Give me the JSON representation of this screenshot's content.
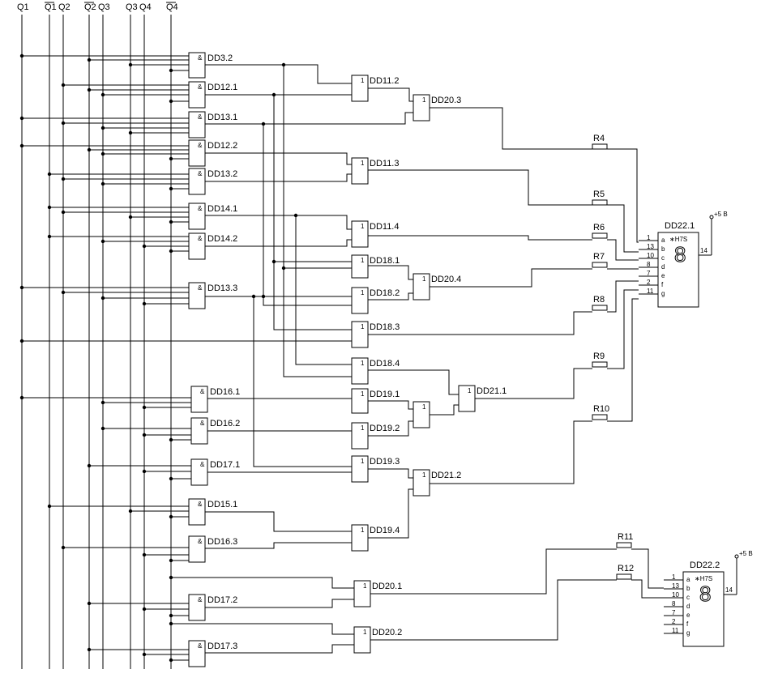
{
  "buses": [
    {
      "id": "Q1",
      "label": "Q1",
      "overline": false
    },
    {
      "id": "nQ1",
      "label": "Q1",
      "overline": true
    },
    {
      "id": "Q2",
      "label": "Q2",
      "overline": false
    },
    {
      "id": "nQ2",
      "label": "Q2",
      "overline": true
    },
    {
      "id": "Q3",
      "label": "Q3",
      "overline": false
    },
    {
      "id": "Q3b",
      "label": "Q3",
      "overline": false
    },
    {
      "id": "Q4",
      "label": "Q4",
      "overline": false
    },
    {
      "id": "nQ4",
      "label": "Q4",
      "overline": true
    }
  ],
  "and_symbol": "&",
  "or_symbol": "1",
  "and_gates": [
    "DD3.2",
    "DD12.1",
    "DD13.1",
    "DD12.2",
    "DD13.2",
    "DD14.1",
    "DD14.2",
    "DD13.3",
    "DD16.1",
    "DD16.2",
    "DD17.1",
    "DD15.1",
    "DD16.3",
    "DD17.2",
    "DD17.3"
  ],
  "or_gates": [
    "DD11.2",
    "DD20.3",
    "DD11.3",
    "DD11.4",
    "DD18.1",
    "DD18.2",
    "DD20.4",
    "DD18.3",
    "DD18.4",
    "DD19.1",
    "DD19.2",
    "DD21.1",
    "DD19.3",
    "DD21.2",
    "DD19.4",
    "DD20.1",
    "DD20.2"
  ],
  "resistors": [
    "R4",
    "R5",
    "R6",
    "R7",
    "R8",
    "R9",
    "R10",
    "R11",
    "R12"
  ],
  "displays": [
    {
      "name": "DD22.1",
      "chip": "∗H7S",
      "digit": "8",
      "pins": [
        "1",
        "13",
        "10",
        "8",
        "7",
        "2",
        "11"
      ],
      "segments": [
        "a",
        "b",
        "c",
        "d",
        "e",
        "f",
        "g"
      ],
      "out_pin": "14",
      "supply": "+5 B"
    },
    {
      "name": "DD22.2",
      "chip": "∗H7S",
      "digit": "8",
      "pins": [
        "1",
        "13",
        "10",
        "8",
        "7",
        "2",
        "11"
      ],
      "segments": [
        "a",
        "b",
        "c",
        "d",
        "e",
        "f",
        "g"
      ],
      "out_pin": "14",
      "supply": "+5 B"
    }
  ]
}
